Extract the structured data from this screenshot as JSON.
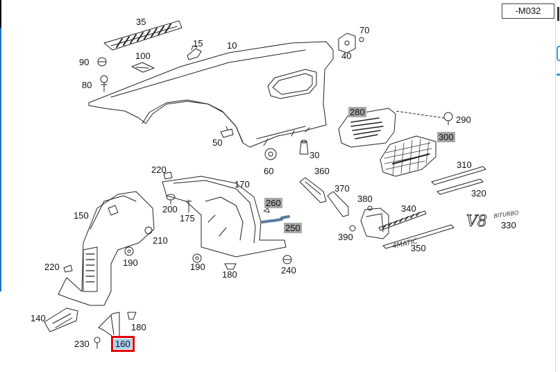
{
  "diagram": {
    "reference": "-M032",
    "callouts": [
      {
        "id": "c35",
        "text": "35",
        "style": "plain"
      },
      {
        "id": "c15",
        "text": "15",
        "style": "plain"
      },
      {
        "id": "c10",
        "text": "10",
        "style": "plain"
      },
      {
        "id": "c70",
        "text": "70",
        "style": "plain"
      },
      {
        "id": "c40",
        "text": "40",
        "style": "plain"
      },
      {
        "id": "c90",
        "text": "90",
        "style": "plain"
      },
      {
        "id": "c100",
        "text": "100",
        "style": "plain"
      },
      {
        "id": "c80",
        "text": "80",
        "style": "plain"
      },
      {
        "id": "c280",
        "text": "280",
        "style": "highlight"
      },
      {
        "id": "c290",
        "text": "290",
        "style": "plain"
      },
      {
        "id": "c300",
        "text": "300",
        "style": "highlight"
      },
      {
        "id": "c50",
        "text": "50",
        "style": "plain"
      },
      {
        "id": "c30",
        "text": "30",
        "style": "plain"
      },
      {
        "id": "c60",
        "text": "60",
        "style": "plain"
      },
      {
        "id": "c310",
        "text": "310",
        "style": "plain"
      },
      {
        "id": "c220a",
        "text": "220",
        "style": "plain"
      },
      {
        "id": "c360",
        "text": "360",
        "style": "plain"
      },
      {
        "id": "c170",
        "text": "170",
        "style": "plain"
      },
      {
        "id": "c370",
        "text": "370",
        "style": "plain"
      },
      {
        "id": "c320",
        "text": "320",
        "style": "plain"
      },
      {
        "id": "c260",
        "text": "260",
        "style": "highlight"
      },
      {
        "id": "c380",
        "text": "380",
        "style": "plain"
      },
      {
        "id": "c200",
        "text": "200",
        "style": "plain"
      },
      {
        "id": "c340",
        "text": "340",
        "style": "plain"
      },
      {
        "id": "c150",
        "text": "150",
        "style": "plain"
      },
      {
        "id": "c175",
        "text": "175",
        "style": "plain"
      },
      {
        "id": "c250",
        "text": "250",
        "style": "highlight"
      },
      {
        "id": "c330",
        "text": "330",
        "style": "plain"
      },
      {
        "id": "c390",
        "text": "390",
        "style": "plain"
      },
      {
        "id": "c210",
        "text": "210",
        "style": "plain"
      },
      {
        "id": "c350",
        "text": "350",
        "style": "plain"
      },
      {
        "id": "c190a",
        "text": "190",
        "style": "plain"
      },
      {
        "id": "c220b",
        "text": "220",
        "style": "plain"
      },
      {
        "id": "c190b",
        "text": "190",
        "style": "plain"
      },
      {
        "id": "c240",
        "text": "240",
        "style": "plain"
      },
      {
        "id": "c180a",
        "text": "180",
        "style": "plain"
      },
      {
        "id": "c140",
        "text": "140",
        "style": "plain"
      },
      {
        "id": "c180b",
        "text": "180",
        "style": "plain"
      },
      {
        "id": "c230",
        "text": "230",
        "style": "plain"
      },
      {
        "id": "c160",
        "text": "160",
        "style": "selected"
      }
    ],
    "badges": {
      "v8": "V8",
      "biturbo": "BITURBO",
      "fender_script": "4MATIC"
    }
  }
}
